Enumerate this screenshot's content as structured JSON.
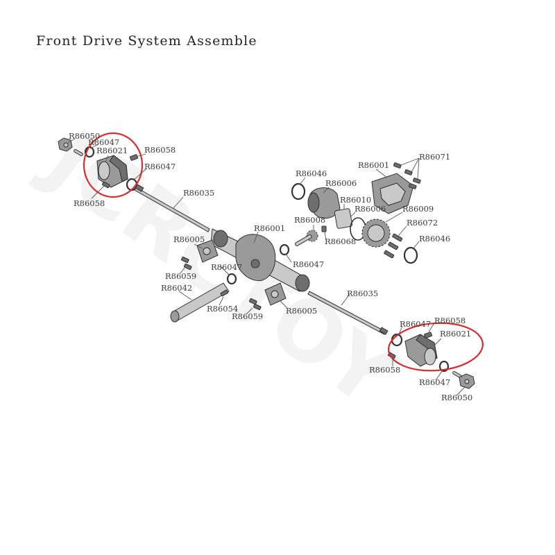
{
  "title": "Front Drive System Assemble",
  "watermark": "JCRCTOY",
  "highlight_color": "#d62c2c",
  "labels": {
    "r86050_top": "R86050",
    "r86047_top_a": "R86047",
    "r86021_top": "R86021",
    "r86058_top_a": "R86058",
    "r86047_top_b": "R86047",
    "r86058_top_b": "R86058",
    "r86035_upper": "R86035",
    "r86046_left": "R86046",
    "r86006_a": "R86006",
    "r86001_cover": "R86001",
    "r86071": "R86071",
    "r86010": "R86010",
    "r86006_b": "R86006",
    "r86009": "R86009",
    "r86008": "R86008",
    "r86068": "R86068",
    "r86072": "R86072",
    "r86046_right": "R86046",
    "r86001_axle": "R86001",
    "r86005_left": "R86005",
    "r86047_mid": "R86047",
    "r86047_right_mid": "R86047",
    "r86059_left": "R86059",
    "r86042": "R86042",
    "r86054": "R86054",
    "r86059_bottom": "R86059",
    "r86005_bottom": "R86005",
    "r86035_lower": "R86035",
    "r86047_bot_a": "R86047",
    "r86058_bot_a": "R86058",
    "r86021_bot": "R86021",
    "r86058_bot_b": "R86058",
    "r86047_bot_b": "R86047",
    "r86050_bot": "R86050"
  }
}
